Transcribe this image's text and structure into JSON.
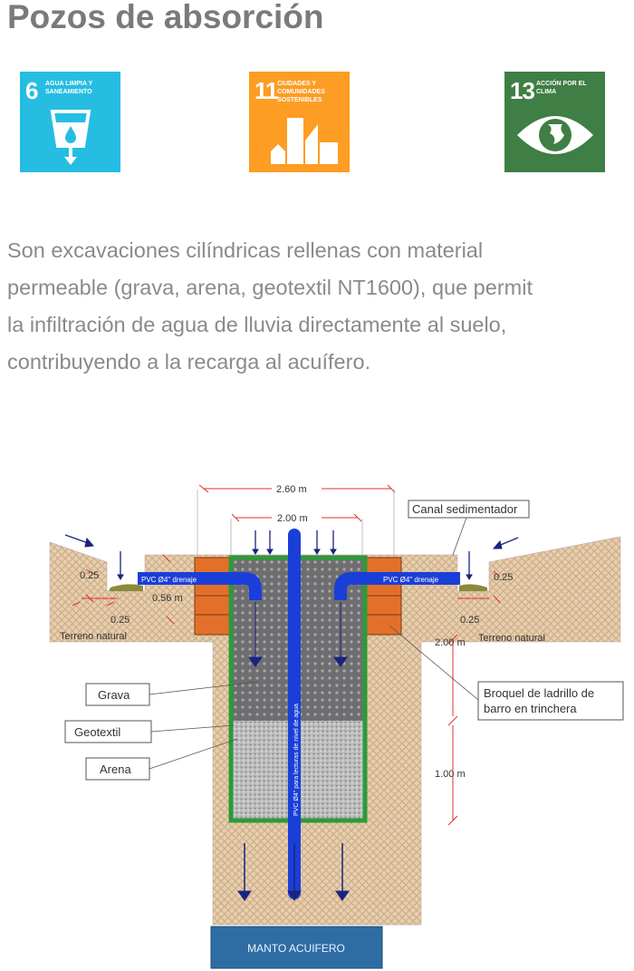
{
  "title": "Pozos de absorción",
  "sdg_icons": [
    {
      "number": "6",
      "label": "Agua limpia y saneamiento",
      "color": "#26bde2",
      "icon": "water-glass-icon"
    },
    {
      "number": "11",
      "label": "Ciudades y comunidades sostenibles",
      "color": "#fd9d24",
      "icon": "city-buildings-icon"
    },
    {
      "number": "13",
      "label": "Acción por el clima",
      "color": "#3f7e44",
      "icon": "eye-globe-icon"
    }
  ],
  "description_lines": [
    "Son excavaciones cilíndricas rellenas con material",
    "permeable (grava, arena, geotextil NT1600), que permit",
    "la infiltración de agua de lluvia directamente al suelo,",
    "contribuyendo a la recarga al acuífero."
  ],
  "diagram": {
    "dim_outer": "2.60 m",
    "dim_inner": "2.00 m",
    "dim_depth_top": "2.00 m",
    "dim_depth_bottom": "1.00 m",
    "dim_channel_depth_left": "0.25",
    "dim_channel_depth_right": "0.25",
    "dim_channel_width_left": "0.25",
    "dim_channel_width_right": "0.25",
    "dim_left_depth": "0.56 m",
    "pipe_drain_left": "PVC Ø4\" drenaje",
    "pipe_drain_right": "PVC Ø4\" drenaje",
    "pipe_center": "PVC Ø4\" para lecturas de nivel de agua",
    "terrain_left": "Terreno natural",
    "terrain_right": "Terreno natural",
    "label_channel": "Canal sedimentador",
    "label_grava": "Grava",
    "label_geotextil": "Geotextil",
    "label_arena": "Arena",
    "label_brick_1": "Broquel de ladrillo de",
    "label_brick_2": "barro en trinchera",
    "aquifer": "MANTO ACUIFERO"
  }
}
